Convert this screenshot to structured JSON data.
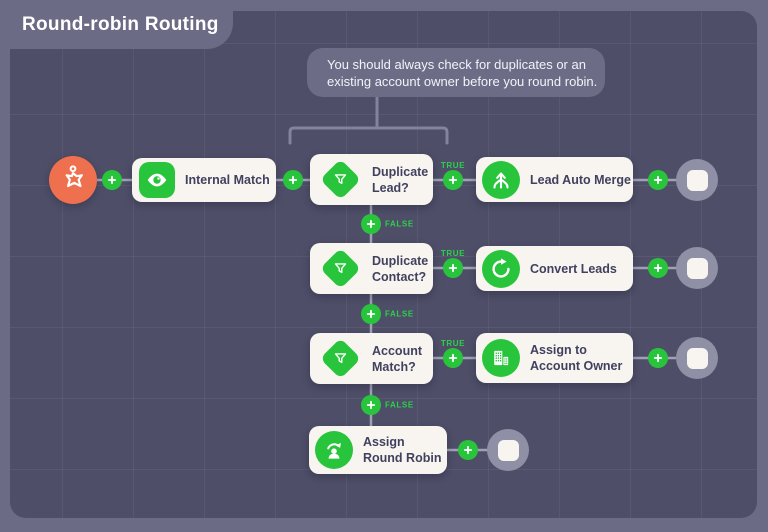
{
  "header": {
    "title": "Round-robin Routing"
  },
  "tooltip": {
    "line1": "You should always check for duplicates or an",
    "line2": "existing account owner before you round robin."
  },
  "flow": {
    "start": {
      "icon": "star-person-icon"
    },
    "nodes": [
      {
        "id": "internal-match",
        "label": "Internal Match",
        "icon": "eye-icon",
        "shape": "rounded-square"
      },
      {
        "id": "duplicate-lead",
        "label": "Duplicate Lead?",
        "icon": "funnel-icon",
        "shape": "diamond"
      },
      {
        "id": "lead-auto-merge",
        "label": "Lead Auto Merge",
        "icon": "merge-arrows-icon",
        "shape": "circle"
      },
      {
        "id": "duplicate-contact",
        "label": "Duplicate Contact?",
        "icon": "funnel-icon",
        "shape": "diamond"
      },
      {
        "id": "convert-leads",
        "label": "Convert Leads",
        "icon": "convert-arrow-icon",
        "shape": "circle"
      },
      {
        "id": "account-match",
        "label": "Account Match?",
        "icon": "funnel-icon",
        "shape": "diamond"
      },
      {
        "id": "assign-account-owner",
        "label": "Assign to Account Owner",
        "icon": "buildings-icon",
        "shape": "circle"
      },
      {
        "id": "assign-round-robin",
        "label": "Assign Round Robin",
        "icon": "person-cycle-icon",
        "shape": "circle"
      }
    ],
    "edge_labels": {
      "true": "TRUE",
      "false": "FALSE"
    },
    "add_button": {
      "icon": "plus-icon"
    },
    "end": {
      "icon": "stop-square-icon"
    }
  },
  "colors": {
    "accent_green": "#28C53C",
    "start_orange": "#EF704E",
    "canvas": "#4E4E68",
    "frame": "#6B6B85",
    "card": "#F8F5F0",
    "card_text": "#41415F",
    "connector": "#A0A2B4"
  }
}
